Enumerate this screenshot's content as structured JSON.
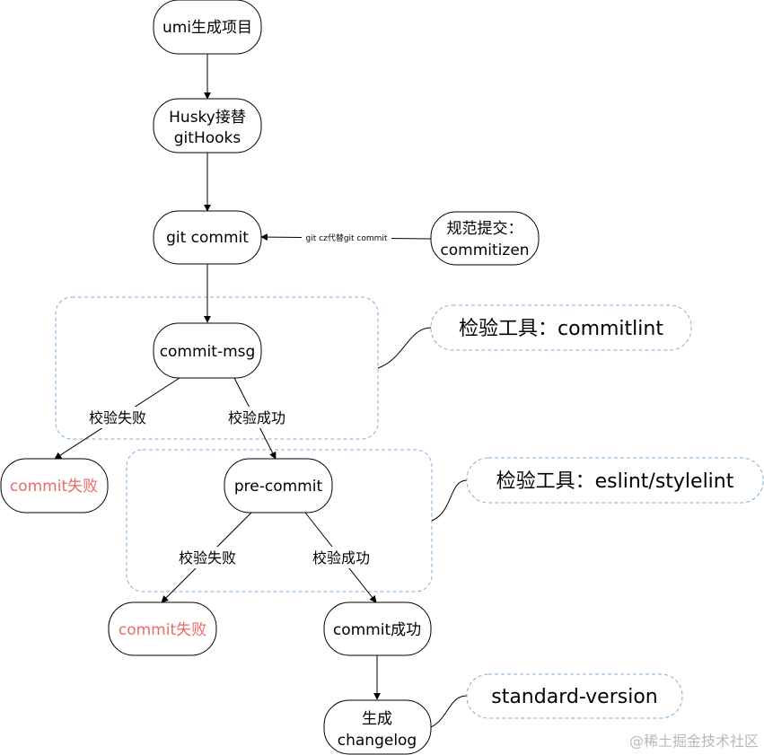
{
  "nodes": {
    "umi": "umi生成项目",
    "husky_line1": "Husky接替",
    "husky_line2": "gitHooks",
    "git_commit": "git commit",
    "commitizen_line1": "规范提交：",
    "commitizen_line2": "commitizen",
    "commit_msg": "commit-msg",
    "fail1": "commit失败",
    "pre_commit": "pre-commit",
    "fail2": "commit失败",
    "success": "commit成功",
    "changelog_line1": "生成",
    "changelog_line2": "changelog"
  },
  "edge_labels": {
    "cz": "git cz代替git commit",
    "fail1": "校验失败",
    "success1": "校验成功",
    "fail2": "校验失败",
    "success2": "校验成功"
  },
  "callouts": {
    "commitlint": "检验工具：commitlint",
    "eslint": "检验工具：eslint/stylelint",
    "standard_version": "standard-version"
  },
  "colors": {
    "border": "#000000",
    "fail_text": "#ea6b66",
    "group_border": "#7ab1e0",
    "watermark": "#b8b8b8"
  },
  "watermark": "@稀土掘金技术社区"
}
